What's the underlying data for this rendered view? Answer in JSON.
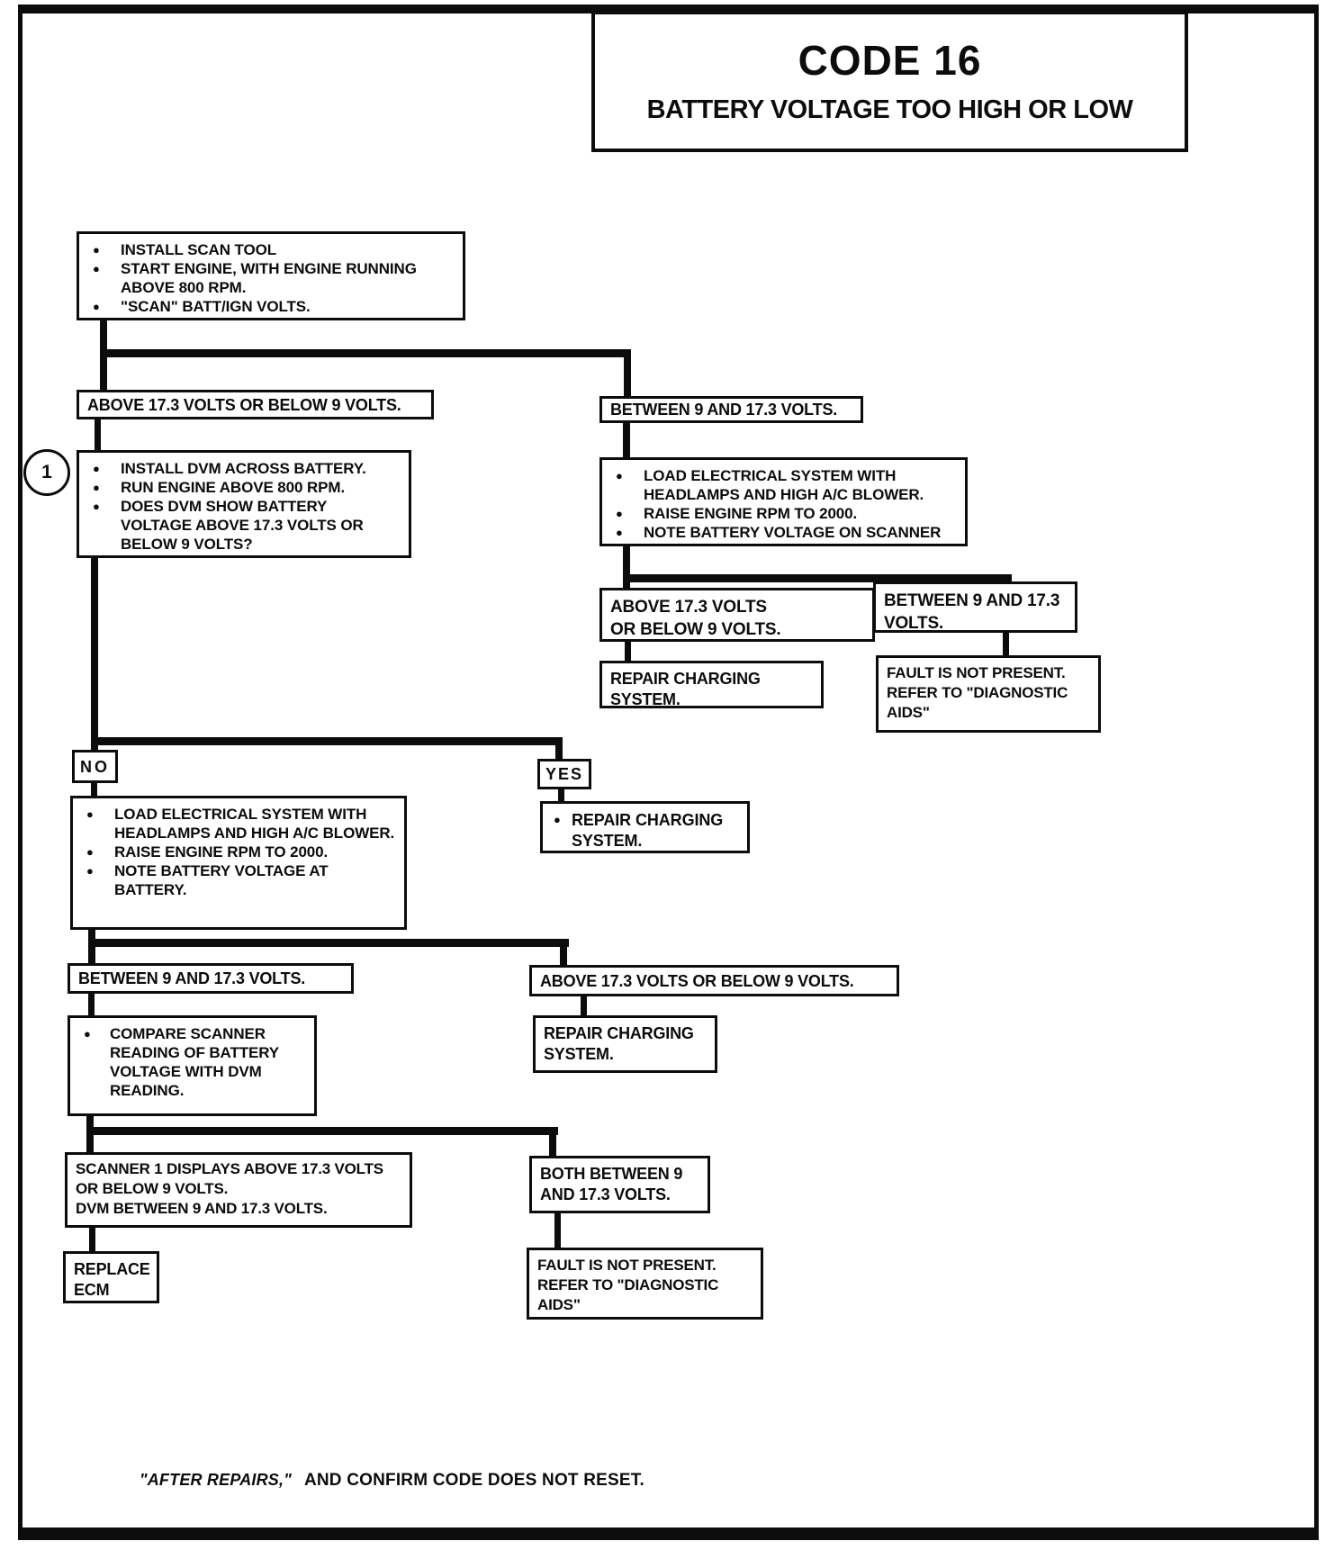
{
  "page": {
    "background": "#ffffff",
    "ink": "#0c0c0c"
  },
  "header": {
    "code": "CODE 16",
    "subtitle": "BATTERY VOLTAGE TOO HIGH OR LOW"
  },
  "icons": {
    "bullet": "●"
  },
  "step_marker": "1",
  "flow": {
    "start": {
      "bullets": [
        "INSTALL SCAN TOOL",
        "START ENGINE, WITH ENGINE RUNNING ABOVE 800 RPM.",
        "\"SCAN\" BATT/IGN VOLTS."
      ]
    },
    "scan_above_label": "ABOVE 17.3 VOLTS OR BELOW 9 VOLTS.",
    "scan_between_label": "BETWEEN 9 AND 17.3 VOLTS.",
    "dvm_check": {
      "bullets": [
        "INSTALL DVM ACROSS BATTERY.",
        "RUN ENGINE ABOVE 800 RPM.",
        "DOES DVM SHOW BATTERY VOLTAGE ABOVE 17.3 VOLTS OR BELOW 9 VOLTS?"
      ]
    },
    "load_scanner": {
      "bullets": [
        "LOAD ELECTRICAL SYSTEM WITH HEADLAMPS AND HIGH A/C BLOWER.",
        "RAISE ENGINE RPM TO 2000.",
        "NOTE BATTERY VOLTAGE ON SCANNER"
      ]
    },
    "scanner_above": {
      "lines": [
        "ABOVE 17.3 VOLTS",
        "OR BELOW 9 VOLTS."
      ]
    },
    "scanner_between": {
      "lines": [
        "BETWEEN 9 AND 17.3",
        "VOLTS."
      ]
    },
    "repair_charging_a": {
      "lines": [
        "REPAIR CHARGING",
        "SYSTEM."
      ]
    },
    "fault_not_present_a": {
      "lines": [
        "FAULT IS NOT PRESENT.",
        "REFER TO \"DIAGNOSTIC",
        "AIDS\""
      ]
    },
    "no_label": "NO",
    "yes_label": "YES",
    "load_battery": {
      "bullets": [
        "LOAD ELECTRICAL SYSTEM WITH HEADLAMPS AND HIGH A/C BLOWER.",
        "RAISE ENGINE RPM TO 2000.",
        "NOTE BATTERY VOLTAGE AT BATTERY."
      ]
    },
    "repair_charging_yes": {
      "bullets": [
        "REPAIR CHARGING SYSTEM."
      ]
    },
    "dvm_between_label": "BETWEEN 9 AND 17.3 VOLTS.",
    "dvm_above_label": "ABOVE 17.3 VOLTS OR BELOW 9 VOLTS.",
    "compare": {
      "bullets": [
        "COMPARE SCANNER READING OF BATTERY VOLTAGE WITH DVM READING."
      ]
    },
    "repair_charging_b": {
      "lines": [
        "REPAIR CHARGING",
        "SYSTEM."
      ]
    },
    "scanner_mismatch": {
      "lines": [
        "SCANNER 1 DISPLAYS ABOVE 17.3 VOLTS",
        "OR BELOW 9 VOLTS.",
        "DVM BETWEEN 9 AND 17.3 VOLTS."
      ]
    },
    "both_between": {
      "lines": [
        "BOTH BETWEEN 9",
        "AND 17.3 VOLTS."
      ]
    },
    "replace_ecm": {
      "lines": [
        "REPLACE",
        "ECM"
      ]
    },
    "fault_not_present_b": {
      "lines": [
        "FAULT IS NOT PRESENT.",
        "REFER TO \"DIAGNOSTIC",
        "AIDS\""
      ]
    }
  },
  "footer": {
    "quoted": "\"AFTER REPAIRS,\"",
    "text": "AND CONFIRM CODE DOES NOT RESET."
  }
}
